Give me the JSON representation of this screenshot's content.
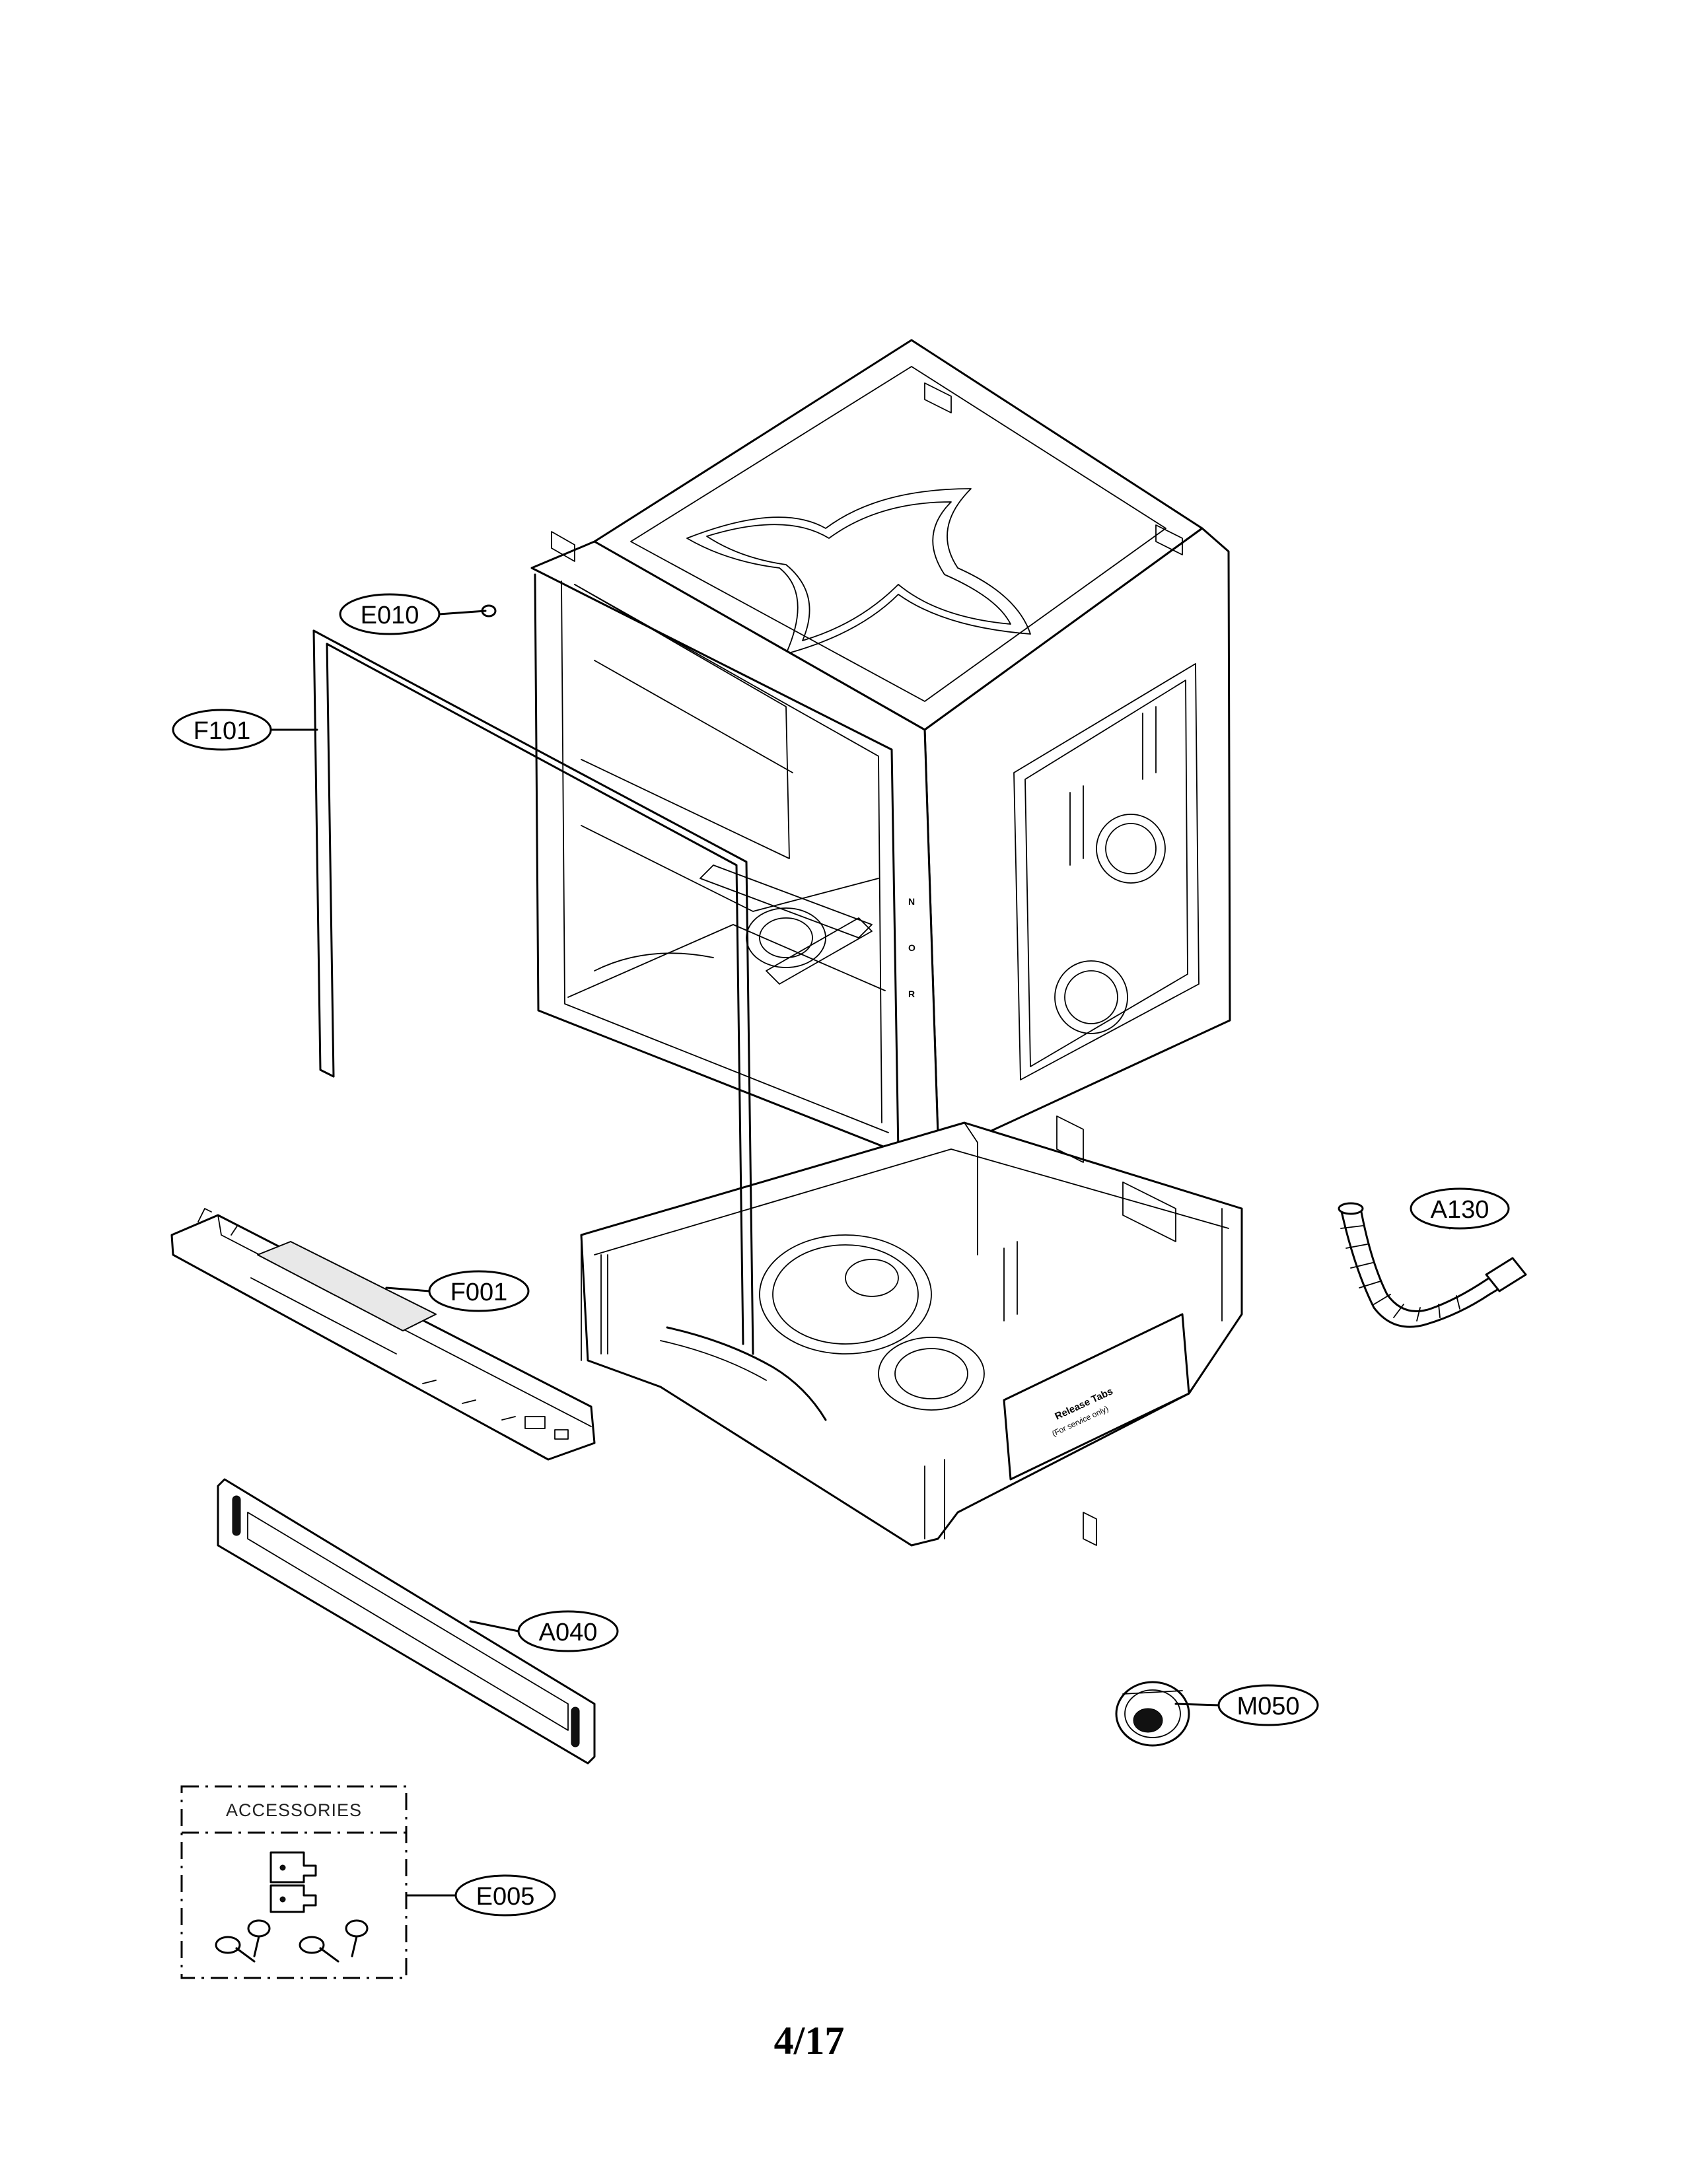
{
  "parts": {
    "E010": "E010",
    "F101": "F101",
    "F001": "F001",
    "A130": "A130",
    "A040": "A040",
    "M050": "M050",
    "E005": "E005"
  },
  "accessories_title": "ACCESSORIES",
  "release_tabs": {
    "line1": "Release Tabs",
    "line2": "(For service only)"
  },
  "frame_letters": [
    "N",
    "O",
    "R"
  ],
  "page_number": "4/17"
}
